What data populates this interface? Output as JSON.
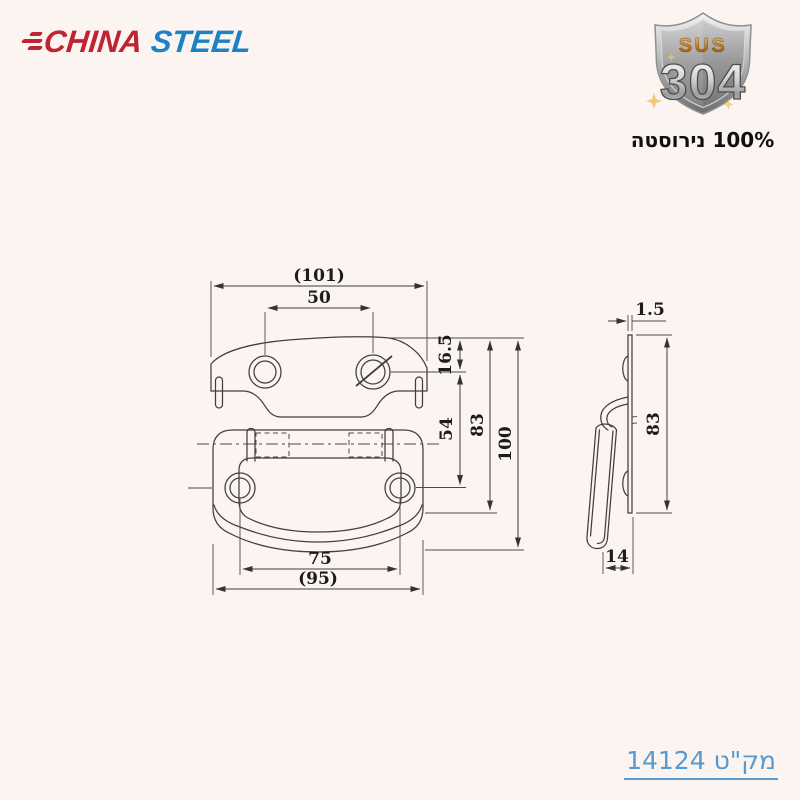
{
  "logo": {
    "china": "CHINA",
    "steel": "STEEL"
  },
  "badge": {
    "sus": "SUS",
    "grade": "304",
    "caption": "100% נירוסטה"
  },
  "sku": {
    "text": "מק\"ט 14124"
  },
  "drawing": {
    "front": {
      "overall_width": "(101)",
      "hole_spacing": "50",
      "hole_offset": "16.5",
      "rivet_offset": "54",
      "plate_height": "83",
      "overall_height": "100",
      "rivet_spacing": "75",
      "handle_width": "(95)"
    },
    "side": {
      "thickness": "1.5",
      "height": "83",
      "depth": "14"
    }
  },
  "colors": {
    "brand_red": "#bf2433",
    "brand_blue": "#1a82c5",
    "link_blue": "#569ad2"
  }
}
